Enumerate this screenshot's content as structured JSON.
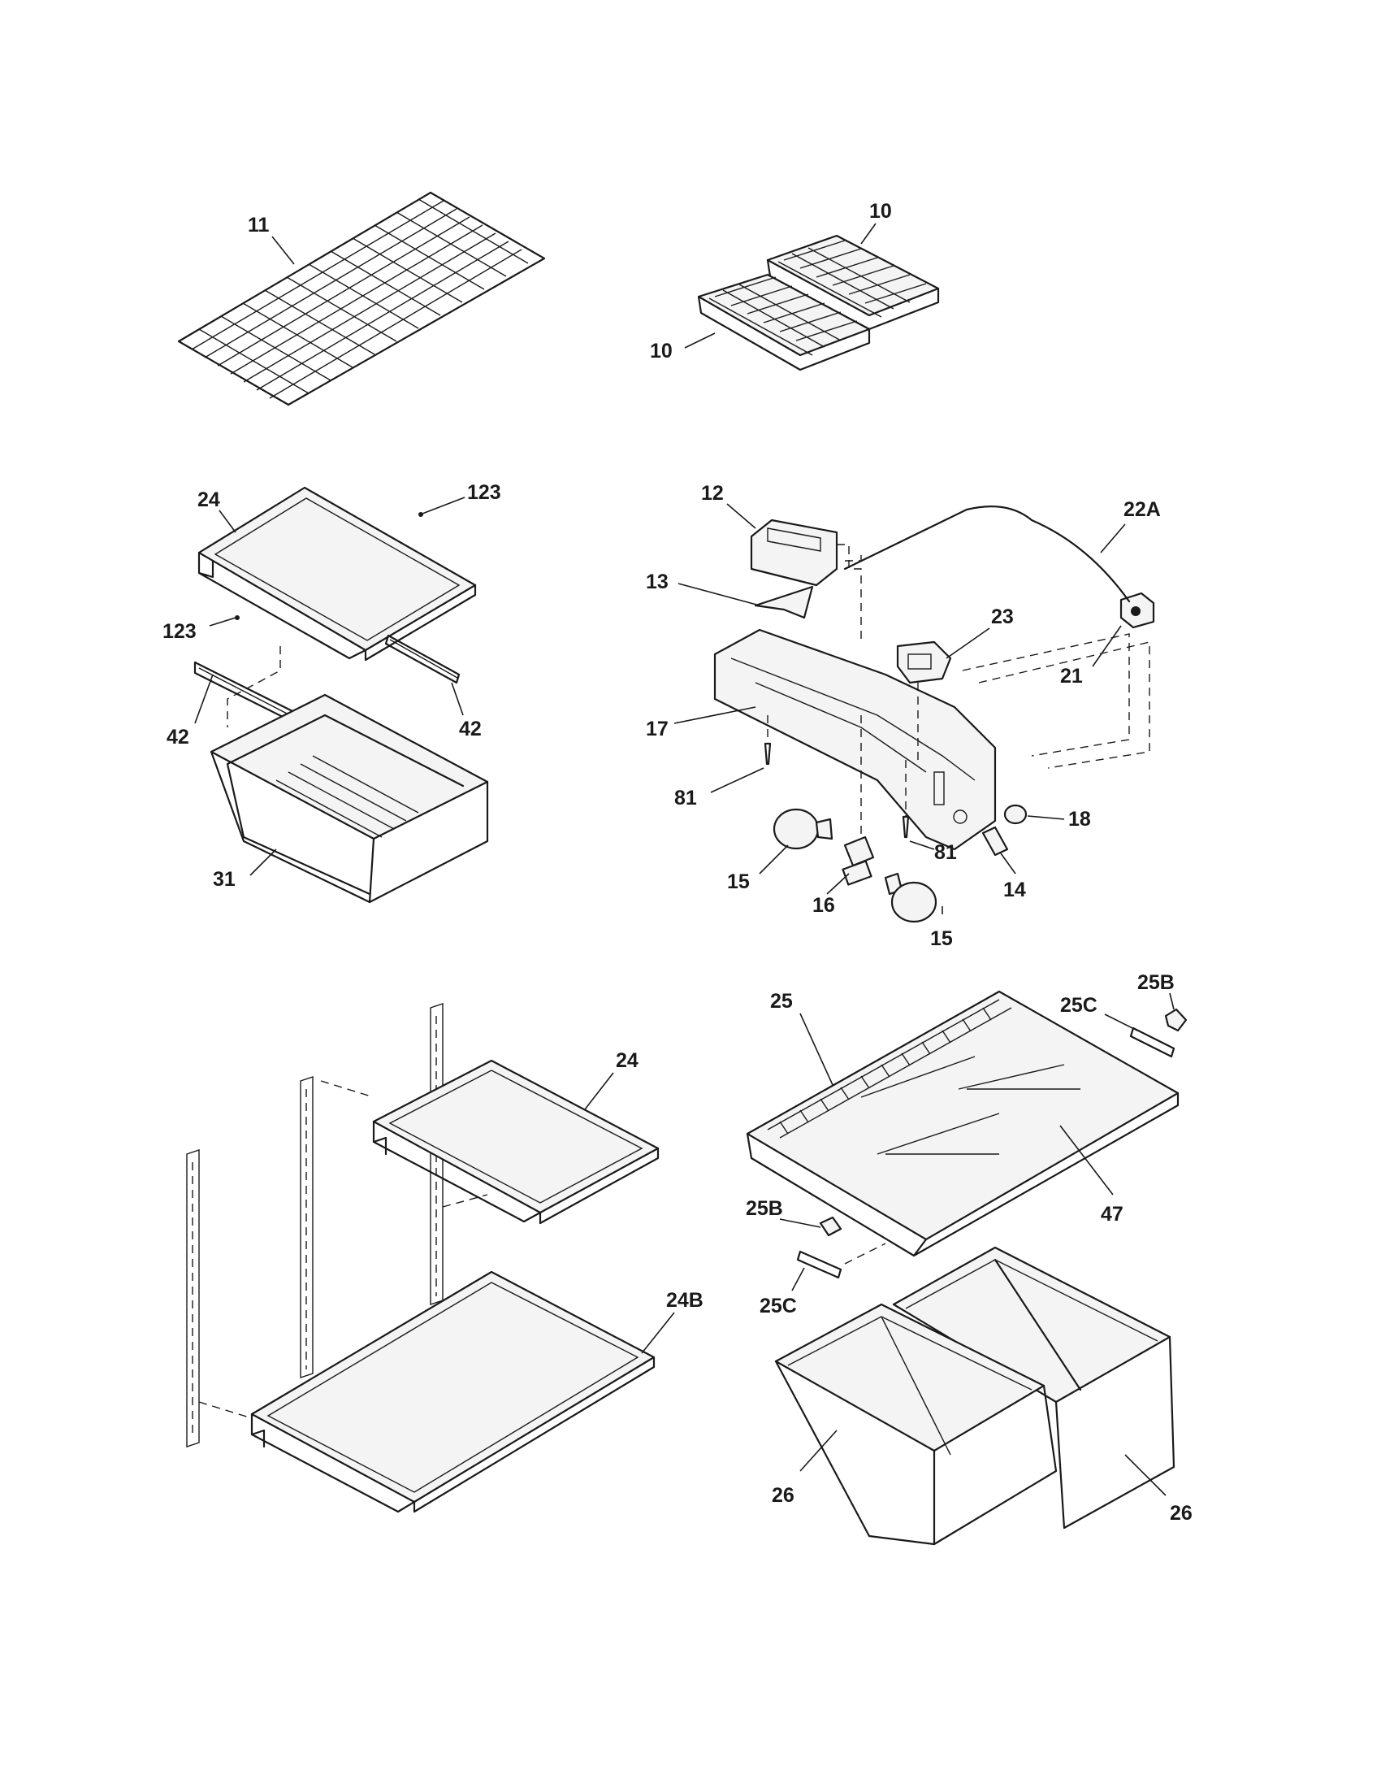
{
  "diagram": {
    "callouts": {
      "wire_shelf": "11",
      "ice_tray_a": "10",
      "ice_tray_b": "10",
      "shelf_top_left": "24",
      "screw_top": "123",
      "screw_left": "123",
      "slide_rail_right": "42",
      "slide_rail_left": "42",
      "meat_drawer": "31",
      "bin_cover": "12",
      "diffuser": "13",
      "control_housing": "17",
      "screw_left_housing": "81",
      "screw_right_housing": "81",
      "bulb_left": "15",
      "bulb_right": "15",
      "socket": "16",
      "switch": "14",
      "knob": "18",
      "thermostat": "21",
      "thermostat_wire": "22A",
      "timer": "23",
      "shelf_upper": "24",
      "shelf_lower": "24B",
      "crisper_cover": "25",
      "glass_insert": "47",
      "support_top_right": "25B",
      "bracket_top_right": "25C",
      "support_bottom_left": "25B",
      "bracket_bottom_left": "25C",
      "crisper_left": "26",
      "crisper_right": "26"
    }
  }
}
